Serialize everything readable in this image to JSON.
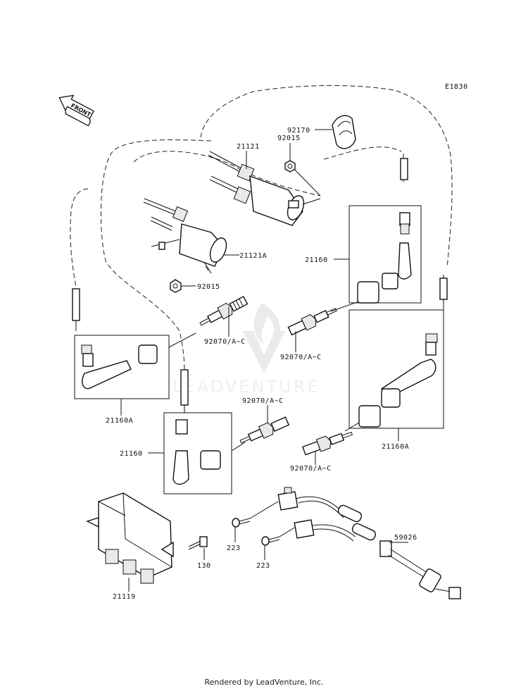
{
  "diagram_code": "E1830",
  "front_label": "FRONT",
  "watermark": "LEADVENTURE",
  "footer": "Rendered by LeadVenture, Inc.",
  "parts": {
    "coil_upper": "21121",
    "coil_lower": "21121A",
    "nut_upper": "92015",
    "nut_lower": "92015",
    "clamp": "92170",
    "cap_right_upper": "21160",
    "cap_left": "21160A",
    "cap_center": "21160",
    "cap_right_lower": "21160A",
    "plug_1": "92070/A~C",
    "plug_2": "92070/A~C",
    "plug_3": "92070/A~C",
    "plug_4": "92070/A~C",
    "igniter": "21119",
    "bolt": "130",
    "screw_1": "223",
    "screw_2": "223",
    "harness": "59026"
  }
}
